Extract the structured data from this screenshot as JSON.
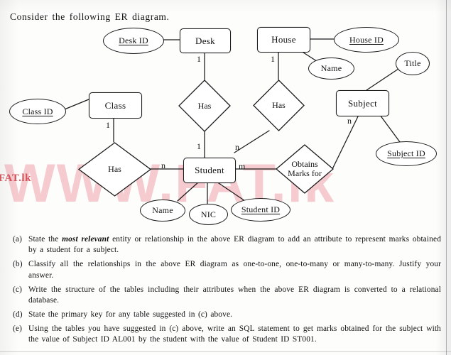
{
  "heading": "Consider the following ER diagram.",
  "watermarks": {
    "big": "WWW.FAT.lk",
    "small": "FAT.lk",
    "big_color": "#f6c9ce",
    "small_color": "#d6545a"
  },
  "diagram": {
    "entities": [
      {
        "id": "desk",
        "label": "Desk"
      },
      {
        "id": "house",
        "label": "House"
      },
      {
        "id": "class",
        "label": "Class"
      },
      {
        "id": "student",
        "label": "Student"
      },
      {
        "id": "subject",
        "label": "Subject"
      }
    ],
    "attributes": [
      {
        "id": "desk_id",
        "label": "Desk ID",
        "key": true
      },
      {
        "id": "house_id",
        "label": "House ID",
        "key": true
      },
      {
        "id": "house_name",
        "label": "Name",
        "key": false
      },
      {
        "id": "title",
        "label": "Title",
        "key": false
      },
      {
        "id": "class_id",
        "label": "Class ID",
        "key": true
      },
      {
        "id": "stu_name",
        "label": "Name",
        "key": false
      },
      {
        "id": "nic",
        "label": "NIC",
        "key": false
      },
      {
        "id": "student_id",
        "label": "Student ID",
        "key": true
      },
      {
        "id": "subject_id",
        "label": "Subject ID",
        "key": true
      }
    ],
    "relationships": [
      {
        "id": "has_desk",
        "label": "Has"
      },
      {
        "id": "has_house",
        "label": "Has"
      },
      {
        "id": "has_class",
        "label": "Has"
      },
      {
        "id": "obtains",
        "label_line1": "Obtains",
        "label_line2": "Marks for"
      }
    ],
    "cardinalities": {
      "desk_has": "1",
      "has_student_desk": "1",
      "house_has": "1",
      "has_student_house": "n",
      "class_has": "1",
      "has_student_class": "n",
      "student_obtains": "m",
      "subject_obtains": "n"
    }
  },
  "questions": [
    {
      "label": "(a)",
      "pre": "State the ",
      "em": "most relevant",
      "post": " entity or relationship in the above ER diagram to add an attribute to represent marks obtained by a student for a subject."
    },
    {
      "label": "(b)",
      "pre": "",
      "em": "",
      "post": "Classify all the relationships in the above ER diagram as one-to-one, one-to-many or many-to-many. Justify your answer."
    },
    {
      "label": "(c)",
      "pre": "",
      "em": "",
      "post": "Write the structure of the tables including their attributes when the above ER diagram is converted to a relational database."
    },
    {
      "label": "(d)",
      "pre": "",
      "em": "",
      "post": "State the primary key for any table suggested in (c) above."
    },
    {
      "label": "(e)",
      "pre": "",
      "em": "",
      "post": "Using the tables you have suggested in (c) above, write an SQL statement to get marks obtained for the subject with the value of Subject ID AL001 by the student with the value of Student ID ST001."
    }
  ]
}
